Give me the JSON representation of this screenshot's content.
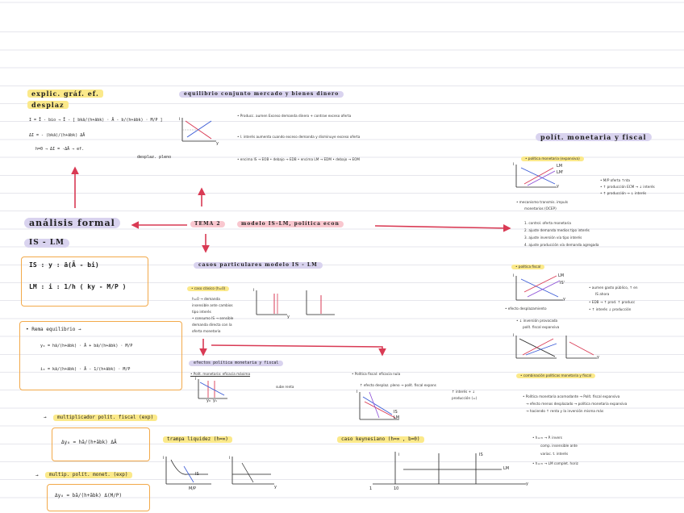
{
  "headings": {
    "explic": "explic. gráf. ef.",
    "desplaz": "desplaz",
    "equilibrio": "equilibrio conjunto mercado y bienes dinero",
    "analisis": "análisis formal",
    "is_lm": "IS - LM",
    "tema": "TEMA 2",
    "modelo": "modelo IS-LM, política econ",
    "casos": "casos particulares modelo IS - LM",
    "polit": "polít. monetaria y fiscal",
    "efectos": "efectos política monetaria y fiscal",
    "trampa": "trampa liquidez (h=∞)",
    "keynes": "caso keynesiano (h=∞ , b=0)",
    "multfiscal": "multiplicador polít. fiscal (exp)",
    "multmon": "multip. polít. monet. (exp)"
  },
  "explic_lines": [
    "I = Ī - bio → Ī - [ bkā/(h+ābk) · Ā - b/(h+ābk) · M/P ]",
    "ΔI = - (bkā)/(h+ābk) ΔĀ",
    "h=0 → ΔI = -ΔĀ → ef.",
    "desplaz. pleno"
  ],
  "equilibrio_notes": [
    "• Producc. aumen  Exceso demanda dinero + contrae exceso oferta",
    "• I. interés aumenta  cuando exceso demanda y disminuye  exceso oferta",
    "• encima IS → EOB     • debajo → EDB     • encima LM → EDM     • debajo → EOM"
  ],
  "formulas": {
    "is": "IS :  y : ā(Ā - bi)",
    "lm": "LM : i : 1/h ( ky - M/P )"
  },
  "resumen": {
    "title": "• Rema equilibrio →",
    "y0": "y₀ = hā/(h+ābk) · Ā + bā/(h+ābk) · M/P",
    "i0": "i₀ = kā/(h+ābk) · Ā - 1/(h+ābk) · M/P"
  },
  "multfiscal_formula": "Δy₀ = hā/(h+ābk) ΔĀ",
  "multmon_formula": "Δy₀ = bā/(h+ābk) Δ(M/P)",
  "caso_clasico": {
    "title": "• caso clásico (h=0)",
    "notes": [
      "h=0 → demanda",
      "insensible ante cambios",
      "tipo interés",
      "• consumo IS → sensible",
      "demanda directa con la",
      "oferta monetaria"
    ]
  },
  "efectos_items": {
    "monetaria": "• Polít. monetaria: eficacia máxima",
    "fiscal": "• Política fiscal: eficacia nula",
    "fiscal_notes": [
      "↑ efecto desplaz. pleno → polít. fiscal expans",
      "↑ interés + ↓",
      "producción (=)"
    ],
    "sube": "sube renta"
  },
  "keynes_notes": [
    "• h=∞ → P. invers",
    "comp. insensible ante",
    "variac. t. interés",
    "• h=∞ → LM complet. horiz"
  ],
  "polit_sections": {
    "pm_title": "• política monetaria (expansiva)",
    "pm_notes": [
      "• M/P oferta ↑nta",
      "• ↑ producción ECM → ↓ interés",
      "• ↑ producción → ↓ interés"
    ],
    "mecanismo_title": "• mecanismo transmis. impuls",
    "mecanismo_sub": "monetarios (OCEP)",
    "mecanismo_steps": [
      "1. control. oferta monetaria",
      "2. ajuste demanda medios tipo interés",
      "3. ajuste inversión vía tipo interés",
      "4. ajuste producción vía demanda agregada"
    ],
    "pf_title": "• política fiscal",
    "pf_notes": [
      "• aumen gasto público, ↑ en",
      "IS ahora",
      "• EDB → ↑ prod. ↑ producc",
      "• ↑ interés ↓ producción"
    ],
    "expulsion": "• efecto desplazamiento",
    "expulsion_notes": [
      "• ↓ inversión provocada",
      "polít. fiscal expansiva"
    ],
    "combinacion_title": "• combinación políticas monetaria y fiscal",
    "combinacion_notes": [
      "• Política monetaria acomodante → Polít. fiscal expansiva",
      "→ efecto menos desplazado → política monetaria expansiva",
      "→ haciendo ↑ renta y la inversión misma más"
    ]
  },
  "graph_labels": {
    "axis_i": "i",
    "axis_y": "y",
    "is": "IS",
    "lm": "LM",
    "y0": "y₀",
    "i0": "i₀",
    "y1": "y₁",
    "lm2": "LM'",
    "is2": "IS'",
    "ten": "10",
    "one": "1",
    "mp": "M/P"
  }
}
